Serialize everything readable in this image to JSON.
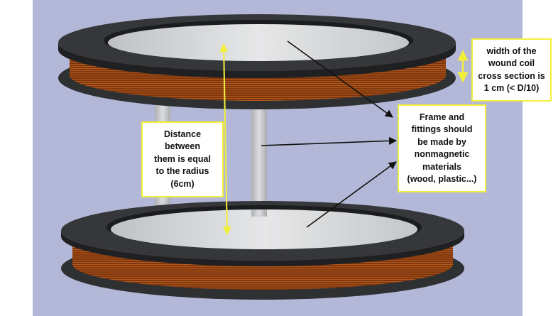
{
  "colors": {
    "background": "#b3b8d8",
    "flange_dark": "#303234",
    "coil_copper": "#8a3c10",
    "bore_light": "#d7d9db",
    "support_rod": "#c9cbcd",
    "callout_border": "#f2ef3a",
    "arrow_yellow": "#f2ef3a",
    "arrow_black": "#111111"
  },
  "annotations": {
    "distance": {
      "lines": [
        "Distance",
        "between",
        "them is equal",
        "to the radius",
        "(6cm)"
      ]
    },
    "coil_width": {
      "lines": [
        "width of the",
        "wound coil",
        "cross section is",
        "1 cm (< D/10)"
      ]
    },
    "frame": {
      "lines": [
        "Frame and",
        "fittings should",
        "be made by",
        "nonmagnetic",
        "materials",
        "(wood, plastic...)"
      ]
    }
  }
}
